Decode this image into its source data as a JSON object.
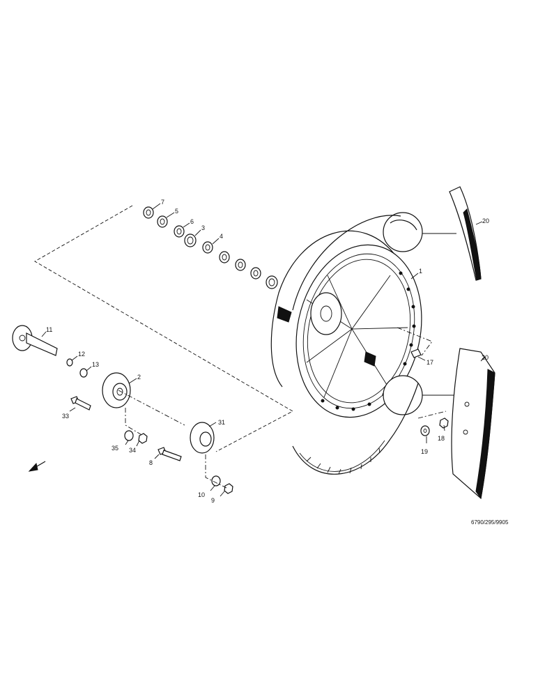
{
  "diagram": {
    "callouts": [
      "7",
      "5",
      "6",
      "3",
      "4",
      "1",
      "20",
      "20",
      "11",
      "12",
      "13",
      "2",
      "33",
      "35",
      "34",
      "8",
      "31",
      "10",
      "9",
      "17",
      "18",
      "19"
    ],
    "reference_code": "6790/295/9905"
  }
}
